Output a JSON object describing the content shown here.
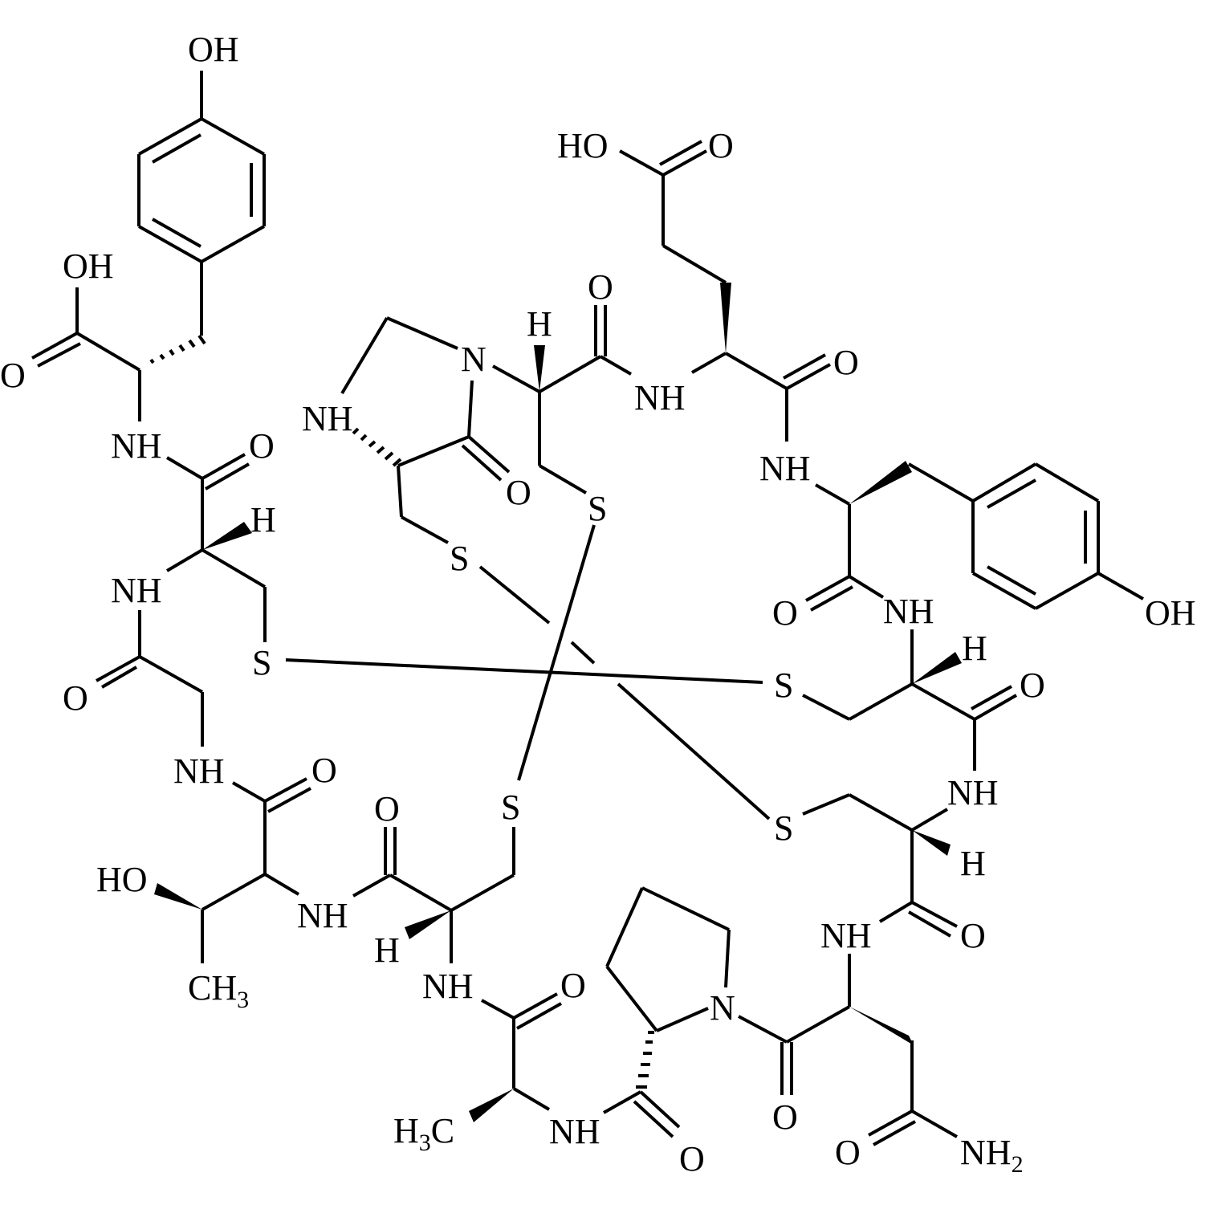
{
  "figure": {
    "type": "chemical-structure",
    "description": "Cyclic peptide with two tyrosine residues and four cysteine residues linked by two disulfide bridges",
    "colors": {
      "ink": "#000000",
      "background": "#ffffff"
    }
  },
  "labels": {
    "oh_top": "OH",
    "oh_acid": "OH",
    "o_acid": "O",
    "ho_glu": "HO",
    "o_glu": "O",
    "h_ring": "H",
    "n_ring": "N",
    "nh_ring": "NH",
    "o_ring": "O",
    "o_cys1": "O",
    "nh_glu": "NH",
    "o_glu_amide": "O",
    "nh_left1": "NH",
    "o_left1": "O",
    "h_left1": "H",
    "nh_left2": "NH",
    "o_left2": "O",
    "s_left": "S",
    "s_ring": "S",
    "s_top": "S",
    "nh_tyr2": "NH",
    "o_tyr2": "O",
    "nh_tyr2b": "NH",
    "oh_tyr2": "OH",
    "h_cysR1": "H",
    "s_right1": "S",
    "o_cysR1": "O",
    "nh_cysR2": "NH",
    "s_right2": "S",
    "h_cysR2": "H",
    "nh_gly": "NH",
    "o_gly": "O",
    "ho_thr": "HO",
    "nh_thr": "NH",
    "ch3_thr": "CH",
    "ch3_thr_sub": "3",
    "o_thr": "O",
    "s_bottom": "S",
    "h_cysB": "H",
    "nh_cysB": "NH",
    "o_ala": "O",
    "h3c_ala": "H",
    "h3c_ala_sub": "3",
    "h3c_ala_c": "C",
    "nh_ala": "NH",
    "o_pro": "O",
    "n_pro": "N",
    "o_pro2": "O",
    "nh_asn": "NH",
    "o_asn": "O",
    "o_asn_side": "O",
    "nh2_asn": "NH",
    "nh2_asn_sub": "2"
  }
}
